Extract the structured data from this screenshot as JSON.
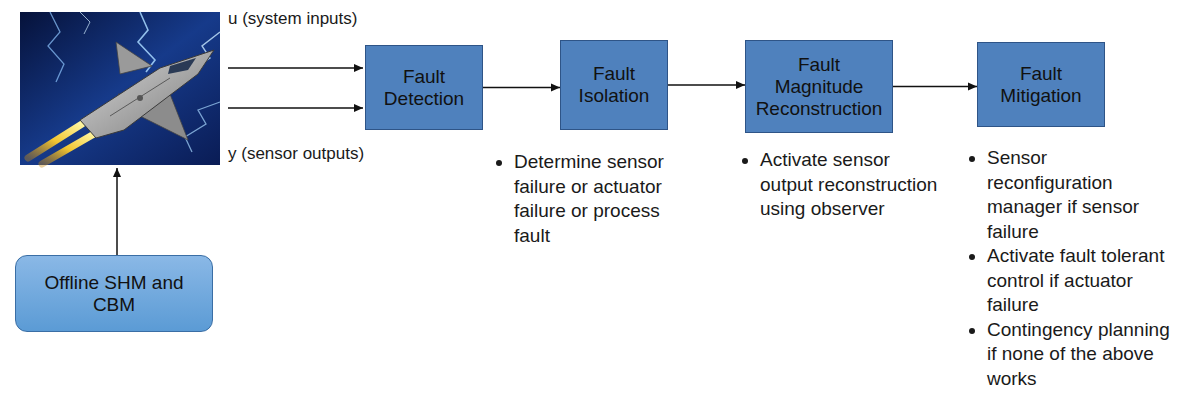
{
  "diagram": {
    "nodes": [
      {
        "text": [
          "Fault Detection"
        ]
      },
      {
        "text": [
          "Fault Isolation"
        ]
      },
      {
        "text": [
          "Fault Magnitude Reconstruction"
        ]
      },
      {
        "text": [
          "Fault Mitigation"
        ]
      },
      {
        "text": [
          "Offline SHM and CBM"
        ]
      }
    ],
    "edges": [
      {
        "from": 0,
        "to": 1,
        "arrow": "to"
      },
      {
        "from": 1,
        "to": 2,
        "arrow": "to"
      },
      {
        "from": 2,
        "to": 3,
        "arrow": "to"
      }
    ],
    "labels": [
      "u (system inputs)",
      "y (sensor outputs)",
      "Determine sensor failure or actuator failure or process fault",
      "Activate sensor output reconstruction using observer",
      "Sensor reconfiguration manager if sensor failure",
      "Activate fault tolerant control if actuator failure",
      "Contingency planning if none of the above works"
    ]
  }
}
